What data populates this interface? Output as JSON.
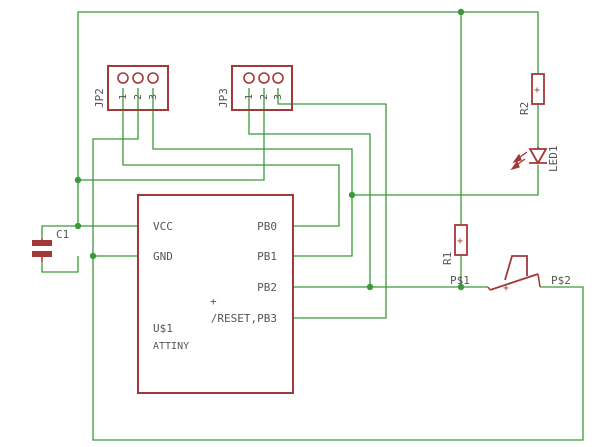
{
  "colors": {
    "wire": "#3a9a3a",
    "part": "#a33838",
    "text": "#555555",
    "junction": "#3a9a3a"
  },
  "ic": {
    "pins": {
      "vcc": "VCC",
      "gnd": "GND",
      "pb0": "PB0",
      "pb1": "PB1",
      "pb2": "PB2",
      "pb3": "/RESET,PB3"
    },
    "name": "U$1",
    "value": "ATTINY",
    "origin_mark": "+"
  },
  "headers": {
    "jp2": {
      "name": "JP2",
      "pins": [
        "1",
        "2",
        "3"
      ]
    },
    "jp3": {
      "name": "JP3",
      "pins": [
        "1",
        "2",
        "3"
      ]
    }
  },
  "components": {
    "c1": "C1",
    "r1": "R1",
    "r2": "R2",
    "led1": "LED1",
    "switch_ps1": "P$1",
    "switch_ps2": "P$2"
  }
}
